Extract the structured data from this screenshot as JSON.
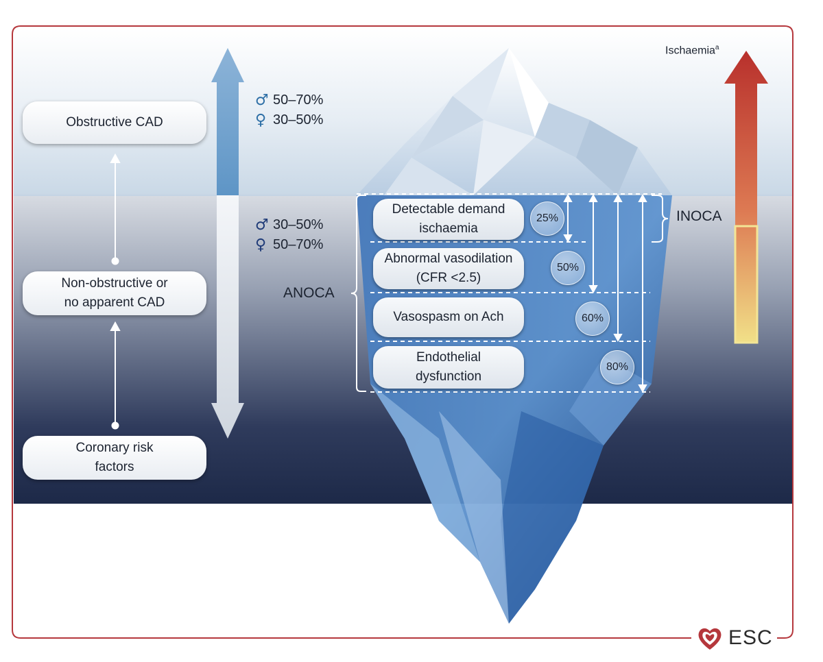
{
  "left_boxes": {
    "obstructive": "Obstructive CAD",
    "non_obstructive": "Non-obstructive or\nno apparent CAD",
    "risk_factors": "Coronary risk\nfactors"
  },
  "sex_upper": {
    "male": "50–70%",
    "female": "30–50%"
  },
  "sex_lower": {
    "male": "30–50%",
    "female": "50–70%"
  },
  "symbols": {
    "male": "♂",
    "female": "♀"
  },
  "mechanisms": [
    {
      "label": "Detectable demand\nischaemia",
      "pct": "25%"
    },
    {
      "label": "Abnormal vasodilation\n(CFR <2.5)",
      "pct": "50%"
    },
    {
      "label": "Vasospasm on Ach",
      "pct": "60%"
    },
    {
      "label": "Endothelial\ndysfunction",
      "pct": "80%"
    }
  ],
  "groups": {
    "anoca": "ANOCA",
    "inoca": "INOCA"
  },
  "ischaemia": {
    "label": "Ischaemia",
    "superscript": "a"
  },
  "logo": {
    "text": "ESC"
  },
  "colors": {
    "frame": "#b5373c",
    "ischaemia_top": "#b8302c",
    "ischaemia_bottom": "#f1e088",
    "arrow_blue": "#7fa9cf"
  }
}
